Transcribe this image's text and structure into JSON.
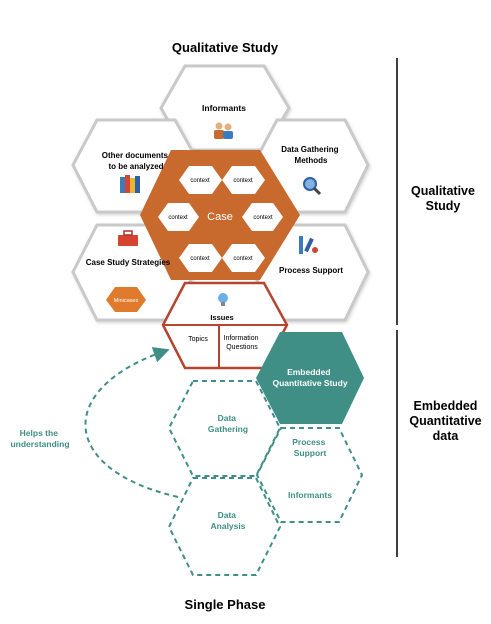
{
  "titles": {
    "top": "Qualitative Study",
    "bottom": "Single Phase"
  },
  "side_labels": {
    "qualitative": [
      "Qualitative",
      "Study"
    ],
    "embedded": [
      "Embedded",
      "Quantitative",
      "data"
    ]
  },
  "hexagons": {
    "informants": "Informants",
    "other_documents": [
      "Other documents",
      "to be analyzed"
    ],
    "data_gathering_methods": [
      "Data Gathering",
      "Methods"
    ],
    "case": "Case",
    "context": "context",
    "case_study_strategies": "Case Study Strategies",
    "minicases": "Minicases",
    "process_support": "Process Support",
    "issues": "Issues",
    "topics": "Topics",
    "information_questions": [
      "Information",
      "Questions"
    ],
    "embedded_quantitative_study": [
      "Embedded",
      "Quantitative Study"
    ],
    "data_gathering": [
      "Data",
      "Gathering"
    ],
    "process_support_quant": [
      "Process",
      "Support"
    ],
    "informants_quant": "Informants",
    "data_analysis": [
      "Data",
      "Analysis"
    ]
  },
  "annotation": [
    "Helps the",
    "understanding"
  ],
  "colors": {
    "orange": "#c8692e",
    "teal": "#3f8f86",
    "red_outline": "#b5452e",
    "grey_outline": "#c9c9c9"
  },
  "icons": [
    "people-icon",
    "binders-icon",
    "magnifier-icon",
    "toolbox-icon",
    "tools-icon",
    "lightbulb-icon"
  ]
}
